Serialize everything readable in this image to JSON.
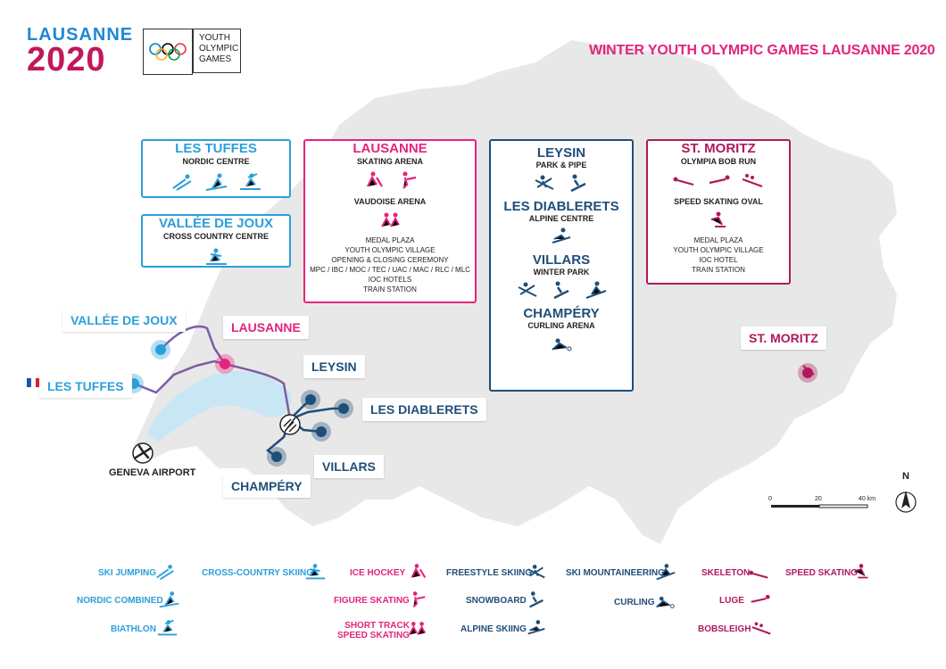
{
  "logo": {
    "city": "LAUSANNE",
    "year": "2020",
    "yog_lines": [
      "YOUTH",
      "OLYMPIC",
      "GAMES"
    ]
  },
  "title": "WINTER YOUTH OLYMPIC GAMES LAUSANNE 2020",
  "colors": {
    "cyan": "#2b9fd9",
    "pink": "#e3247c",
    "navy": "#1f4e79",
    "plum": "#b0195c",
    "map": "#e8e8e8",
    "lake": "#c9e6f5"
  },
  "cards": {
    "les_tuffes": {
      "title": "LES TUFFES",
      "sub": "NORDIC CENTRE",
      "icons": [
        "ski-jumping-icon",
        "nordic-combined-icon",
        "biathlon-icon"
      ]
    },
    "vallee_de_joux": {
      "title": "VALLÉE DE JOUX",
      "sub": "CROSS COUNTRY CENTRE",
      "icons": [
        "cross-country-skiing-icon"
      ]
    },
    "lausanne": {
      "title": "LAUSANNE",
      "sub1": "SKATING ARENA",
      "sub2": "VAUDOISE ARENA",
      "lines": [
        "MEDAL PLAZA",
        "YOUTH OLYMPIC VILLAGE",
        "OPENING & CLOSING CEREMONY",
        "MPC / IBC / MOC / TEC / UAC / MAC / RLC / MLC",
        "IOC HOTELS",
        "TRAIN STATION"
      ]
    },
    "leysin": {
      "title": "LEYSIN",
      "sub": "PARK & PIPE"
    },
    "les_diablerets": {
      "title": "LES DIABLERETS",
      "sub": "ALPINE CENTRE"
    },
    "villars": {
      "title": "VILLARS",
      "sub": "WINTER PARK"
    },
    "champery": {
      "title": "CHAMPÉRY",
      "sub": "CURLING ARENA"
    },
    "st_moritz": {
      "title": "ST. MORITZ",
      "sub1": "OLYMPIA BOB RUN",
      "sub2": "SPEED SKATING OVAL",
      "lines": [
        "MEDAL PLAZA",
        "YOUTH OLYMPIC VILLAGE",
        "IOC HOTEL",
        "TRAIN STATION"
      ]
    }
  },
  "map_labels": {
    "vallee_de_joux": "VALLÉE DE JOUX",
    "lausanne": "LAUSANNE",
    "les_tuffes": "LES TUFFES",
    "leysin": "LEYSIN",
    "les_diablerets": "LES DIABLERETS",
    "villars": "VILLARS",
    "champery": "CHAMPÉRY",
    "st_moritz": "ST. MORITZ",
    "geneva_airport": "GENEVA AIRPORT"
  },
  "scale": {
    "ticks": [
      "0",
      "20",
      "40 km"
    ]
  },
  "compass": "N",
  "legend": {
    "col1": [
      "SKI JUMPING",
      "NORDIC COMBINED",
      "BIATHLON"
    ],
    "col2": [
      "CROSS-COUNTRY SKIING"
    ],
    "col3": [
      "ICE HOCKEY",
      "FIGURE SKATING",
      "SHORT TRACK",
      "SPEED SKATING"
    ],
    "col4": [
      "FREESTYLE SKIING",
      "SNOWBOARD",
      "ALPINE SKIING"
    ],
    "col5": [
      "SKI MOUNTAINEERING",
      "CURLING"
    ],
    "col6": [
      "SKELETON",
      "LUGE",
      "BOBSLEIGH"
    ],
    "col7": [
      "SPEED SKATING"
    ]
  }
}
